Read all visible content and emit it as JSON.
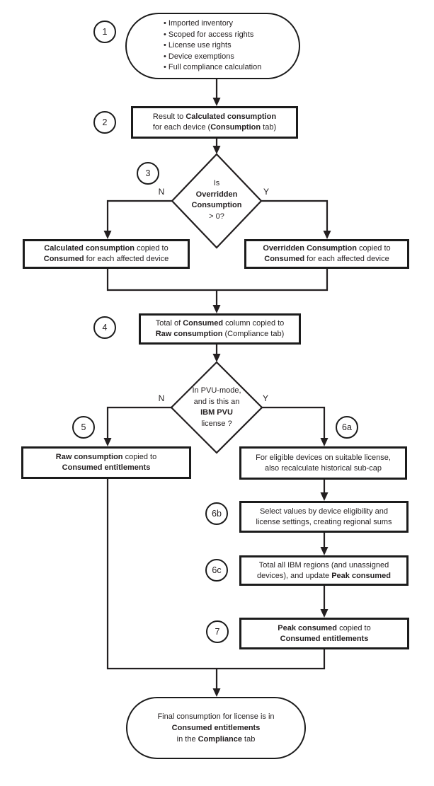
{
  "colors": {
    "ink": "#231f20",
    "background": "#ffffff"
  },
  "nodes": {
    "start": {
      "badge": "1",
      "items": [
        "• Imported inventory",
        "• Scoped for access rights",
        "• License use rights",
        "• Device exemptions",
        "• Full compliance calculation"
      ]
    },
    "step2": {
      "badge": "2",
      "l1a": "Result to ",
      "l1b": "Calculated consumption",
      "l2a": "for each device (",
      "l2b": "Consumption",
      "l2c": " tab)"
    },
    "decision3": {
      "badge": "3",
      "l1": "Is",
      "l2": "Overridden",
      "l3": "Consumption",
      "l4": "> 0?",
      "no_label": "N",
      "yes_label": "Y"
    },
    "copy_calc": {
      "l1a": "Calculated consumption",
      "l1b": " copied to",
      "l2a": "Consumed",
      "l2b": " for each affected device"
    },
    "copy_override": {
      "l1a": "Overridden Consumption",
      "l1b": " copied to",
      "l2a": "Consumed",
      "l2b": " for each affected device"
    },
    "step4": {
      "badge": "4",
      "l1a": "Total of ",
      "l1b": "Consumed",
      "l1c": " column copied to",
      "l2a": "Raw consumption",
      "l2b": " (Compliance tab)"
    },
    "decision_pvu": {
      "l1": "In PVU-mode,",
      "l2": "and is this an",
      "l3": "IBM PVU",
      "l4": "license ?",
      "no_label": "N",
      "yes_label": "Y"
    },
    "step5": {
      "badge": "5",
      "l1a": "Raw consumption",
      "l1b": " copied to",
      "l2": "Consumed entitlements"
    },
    "step6a": {
      "badge": "6a",
      "l1": "For eligible devices on suitable license,",
      "l2": "also recalculate historical sub-cap"
    },
    "step6b": {
      "badge": "6b",
      "l1": "Select values by device eligibility and",
      "l2": "license settings, creating regional sums"
    },
    "step6c": {
      "badge": "6c",
      "l1": "Total all IBM regions (and unassigned",
      "l2a": "devices), and update ",
      "l2b": "Peak consumed"
    },
    "step7": {
      "badge": "7",
      "l1a": "Peak consumed",
      "l1b": " copied to",
      "l2": "Consumed entitlements"
    },
    "end": {
      "l1": "Final consumption for license is in",
      "l2": "Consumed entitlements",
      "l3a": "in the ",
      "l3b": "Compliance",
      "l3c": " tab"
    }
  }
}
